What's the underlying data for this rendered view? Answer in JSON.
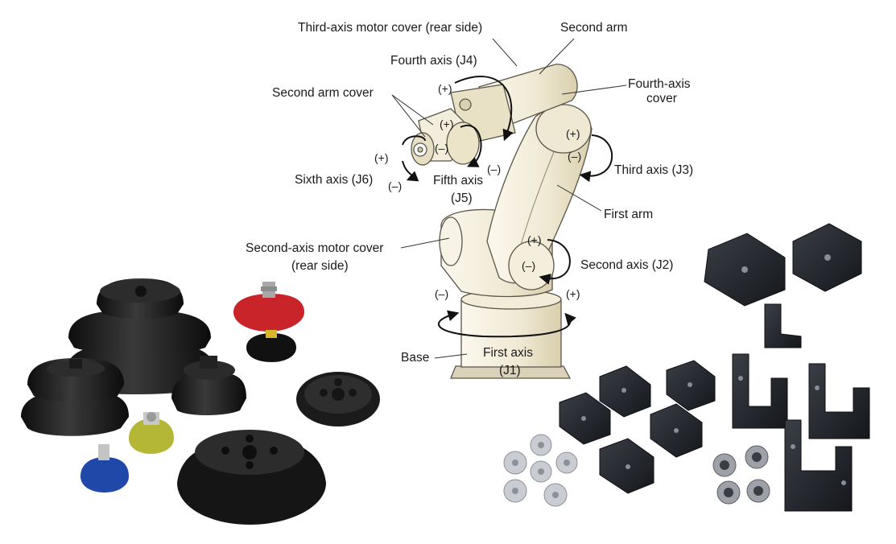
{
  "labels": {
    "third_axis_motor_cover": "Third-axis motor cover (rear side)",
    "second_arm": "Second arm",
    "fourth_axis": "Fourth axis (J4)",
    "fourth_axis_cover_1": "Fourth-axis",
    "fourth_axis_cover_2": "cover",
    "second_arm_cover": "Second arm cover",
    "sixth_axis": "Sixth axis (J6)",
    "fifth_axis_1": "Fifth axis",
    "fifth_axis_2": "(J5)",
    "third_axis": "Third axis (J3)",
    "first_arm": "First arm",
    "second_axis_motor_cover_1": "Second-axis motor cover",
    "second_axis_motor_cover_2": "(rear side)",
    "second_axis": "Second axis (J2)",
    "base": "Base",
    "first_axis_1": "First axis",
    "first_axis_2": "(J1)"
  },
  "signs": {
    "plus": "(+)",
    "minus": "(–)"
  },
  "colors": {
    "robot_body": "#f3eedb",
    "robot_shade": "#ded5b8",
    "outline": "#5a5548",
    "rubber": "#1e1e1e",
    "red_cup": "#c8242a",
    "yellow_cup": "#b4b636",
    "blue_cup": "#1f48a8",
    "bracket": "#22252b",
    "metal": "#b9bcc2"
  }
}
